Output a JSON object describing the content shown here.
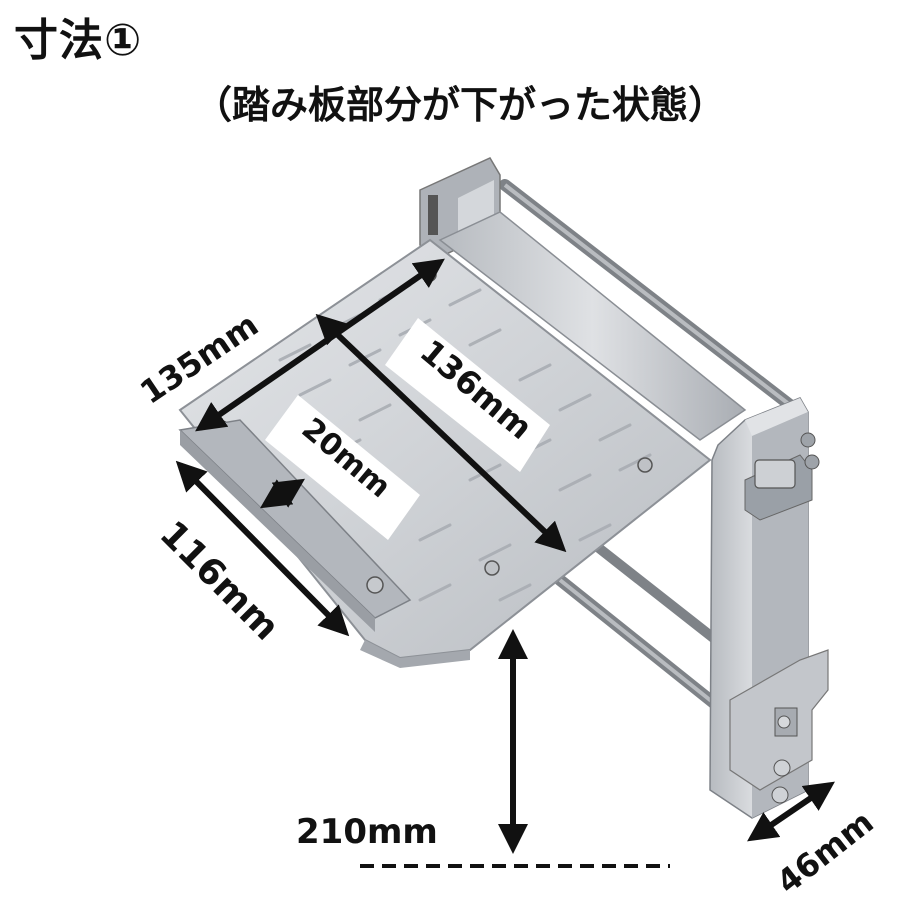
{
  "title": "寸法①",
  "subtitle": "（踏み板部分が下がった状態）",
  "dimensions": {
    "d135": "135mm",
    "d136": "136mm",
    "d20": "20mm",
    "d116": "116mm",
    "d210": "210mm",
    "d46": "46mm"
  },
  "colors": {
    "aluminum": "#c9ccd1",
    "aluminum_dark": "#9ea3aa",
    "rod": "#8a8d92",
    "arrow": "#111111"
  }
}
